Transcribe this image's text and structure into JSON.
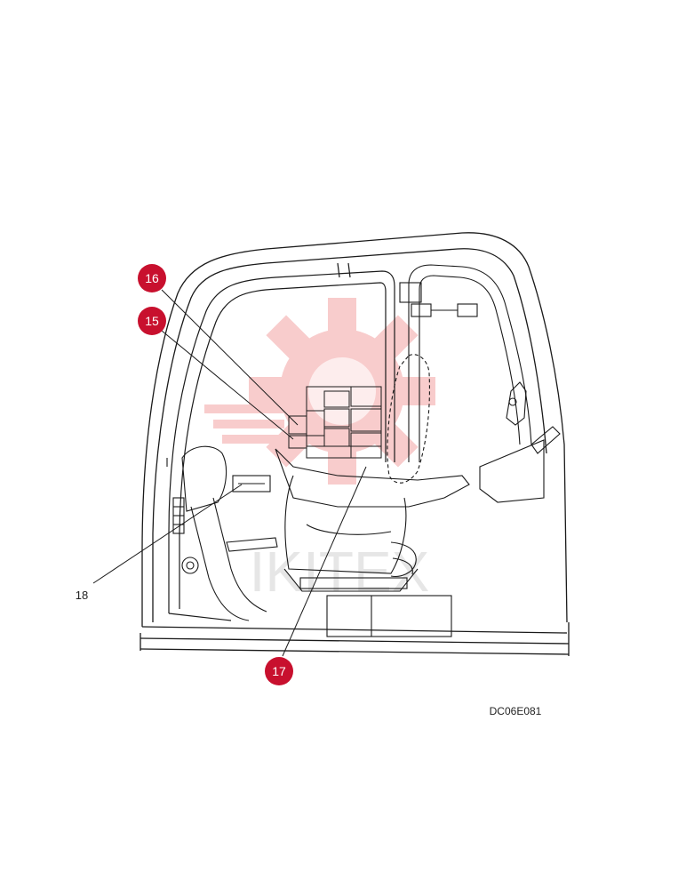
{
  "drawing": {
    "reference_code": "DC06E081"
  },
  "callouts": [
    {
      "id": "16",
      "label": "16"
    },
    {
      "id": "15",
      "label": "15"
    },
    {
      "id": "17",
      "label": "17"
    }
  ],
  "plain_labels": [
    {
      "id": "18",
      "label": "18"
    }
  ],
  "colors": {
    "callout_fill": "#c8102e",
    "line": "#1a1a1a",
    "watermark": "#f5b5b5"
  },
  "watermark": {
    "text": "IKITEX"
  }
}
